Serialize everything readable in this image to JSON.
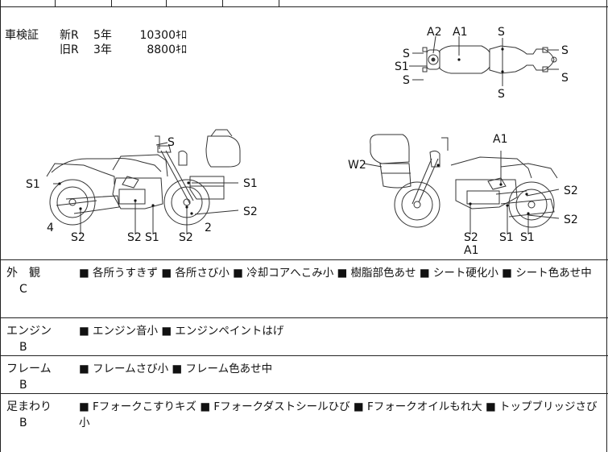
{
  "registration": {
    "label": "車検証",
    "new_kind": "新R",
    "new_years": "5年",
    "new_fee": "10300ｷﾛ",
    "old_kind": "旧R",
    "old_years": "3年",
    "old_fee": "8800ｷﾛ"
  },
  "diagram_labels": {
    "A1": "A1",
    "A2": "A2",
    "S": "S",
    "S1": "S1",
    "S2": "S2",
    "W2": "W2",
    "num2": "2",
    "num4": "4"
  },
  "conditions": [
    {
      "category": "外　観",
      "grade": "C",
      "notes": "■ 各所うすきず ■ 各所さび小 ■ 冷却コアへこみ小 ■ 樹脂部色あせ ■ シート硬化小 ■ シート色あせ中"
    },
    {
      "category": "エンジン",
      "grade": "B",
      "notes": "■ エンジン音小 ■ エンジンペイントはげ"
    },
    {
      "category": "フレーム",
      "grade": "B",
      "notes": "■ フレームさび小 ■ フレーム色あせ中"
    },
    {
      "category": "足まわり",
      "grade": "B",
      "notes": "■ Fフォークこすりキズ ■ Fフォークダストシールひび ■ Fフォークオイルもれ大 ■ トップブリッジさび小"
    }
  ]
}
